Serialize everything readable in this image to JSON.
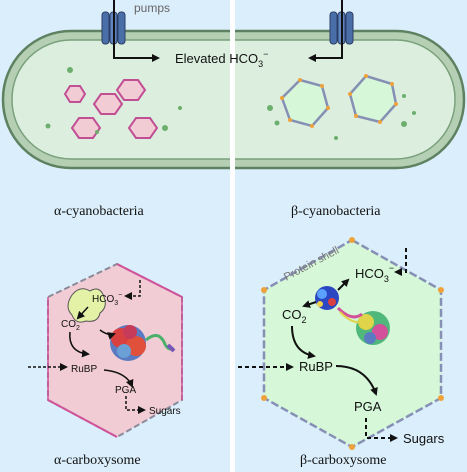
{
  "top": {
    "pumps_label": "pumps",
    "elevated_label": "Elevated HCO",
    "elevated_sub": "3",
    "elevated_sup": "−"
  },
  "alpha": {
    "cyano_label": "α-cyanobacteria",
    "carboxysome_label": "α-carboxysome",
    "hco3_label": "HCO",
    "hco3_sub": "3",
    "hco3_sup": "−",
    "co2_label": "CO",
    "co2_sub": "2",
    "rubp_label": "RuBP",
    "pga_label": "PGA",
    "sugars_label": "Sugars"
  },
  "beta": {
    "cyano_label": "β-cyanobacteria",
    "carboxysome_label": "β-carboxysome",
    "shell_label": "Protein shell",
    "hco3_label": "HCO",
    "hco3_sub": "3",
    "hco3_sup": "−",
    "co2_label": "CO",
    "co2_sub": "2",
    "rubp_label": "RuBP",
    "pga_label": "PGA",
    "sugars_label": "Sugars"
  },
  "colors": {
    "background": "#dbeefb",
    "divider": "#ffffff",
    "cell_wall": "#7aa07c",
    "cytoplasm": "#dbeede",
    "alpha_shell": "#d2519a",
    "alpha_fill": "#f2ccd4",
    "beta_shell": "#8690b4",
    "beta_fill": "#d6f7d8",
    "vertex_orange": "#f0a23a",
    "green_dot": "#6cae6e",
    "pump_blue": "#4a6fa8"
  }
}
